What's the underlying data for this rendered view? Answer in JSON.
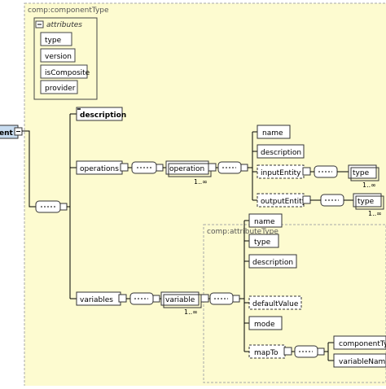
{
  "outer_type_label": "comp:componentType",
  "attributes_label": "attributes",
  "root_element": "ent",
  "attributes": [
    "type",
    "version",
    "isComposite",
    "provider"
  ],
  "elements": {
    "description": "description",
    "operations": "operations",
    "operation": "operation",
    "name": "name",
    "op_description": "description",
    "input_entity": "inputEntity",
    "output_entity": "outputEntity",
    "input_type": "type",
    "output_type": "type",
    "variables": "variables",
    "variable": "variable"
  },
  "cardinality": {
    "operation": "1..∞",
    "input_type": "1..∞",
    "output_type": "1..∞",
    "variable": "1..∞"
  },
  "attribute_type": {
    "label": "comp:attributeType",
    "elements": [
      "name",
      "type",
      "description",
      "defaultValue",
      "mode",
      "mapTo"
    ],
    "map_children": [
      "componentTyp",
      "variableName"
    ]
  },
  "colors": {
    "canvas": "#fdfbd0",
    "border": "#a8a8a8",
    "box": "#ffffff",
    "line": "#000000",
    "root_fill": "#c8dcf0"
  }
}
